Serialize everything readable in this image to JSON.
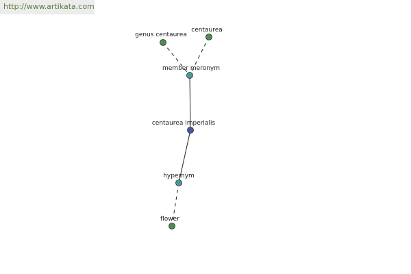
{
  "watermark": "http://www.artikata.com",
  "nodes": [
    {
      "id": "genus_centaurea",
      "label": "genus centaurea",
      "kind": "leaf"
    },
    {
      "id": "centaurea",
      "label": "centaurea",
      "kind": "leaf"
    },
    {
      "id": "member_meronym",
      "label": "member meronym",
      "kind": "relation"
    },
    {
      "id": "centaurea_imperialis",
      "label": "centaurea imperialis",
      "kind": "center"
    },
    {
      "id": "hypernym",
      "label": "hypernym",
      "kind": "relation"
    },
    {
      "id": "flower",
      "label": "flower",
      "kind": "leaf"
    }
  ],
  "edges": [
    {
      "from": "genus_centaurea",
      "to": "member_meronym",
      "style": "dashed"
    },
    {
      "from": "centaurea",
      "to": "member_meronym",
      "style": "dashed"
    },
    {
      "from": "member_meronym",
      "to": "centaurea_imperialis",
      "style": "solid"
    },
    {
      "from": "centaurea_imperialis",
      "to": "hypernym",
      "style": "solid"
    },
    {
      "from": "hypernym",
      "to": "flower",
      "style": "dashed"
    }
  ],
  "colors": {
    "leaf": "#4f8a4f",
    "relation": "#4a9a9a",
    "center": "#4a55a0",
    "edge": "#222222",
    "watermark_bg": "#ececec",
    "watermark_text": "#5a7a3a"
  }
}
